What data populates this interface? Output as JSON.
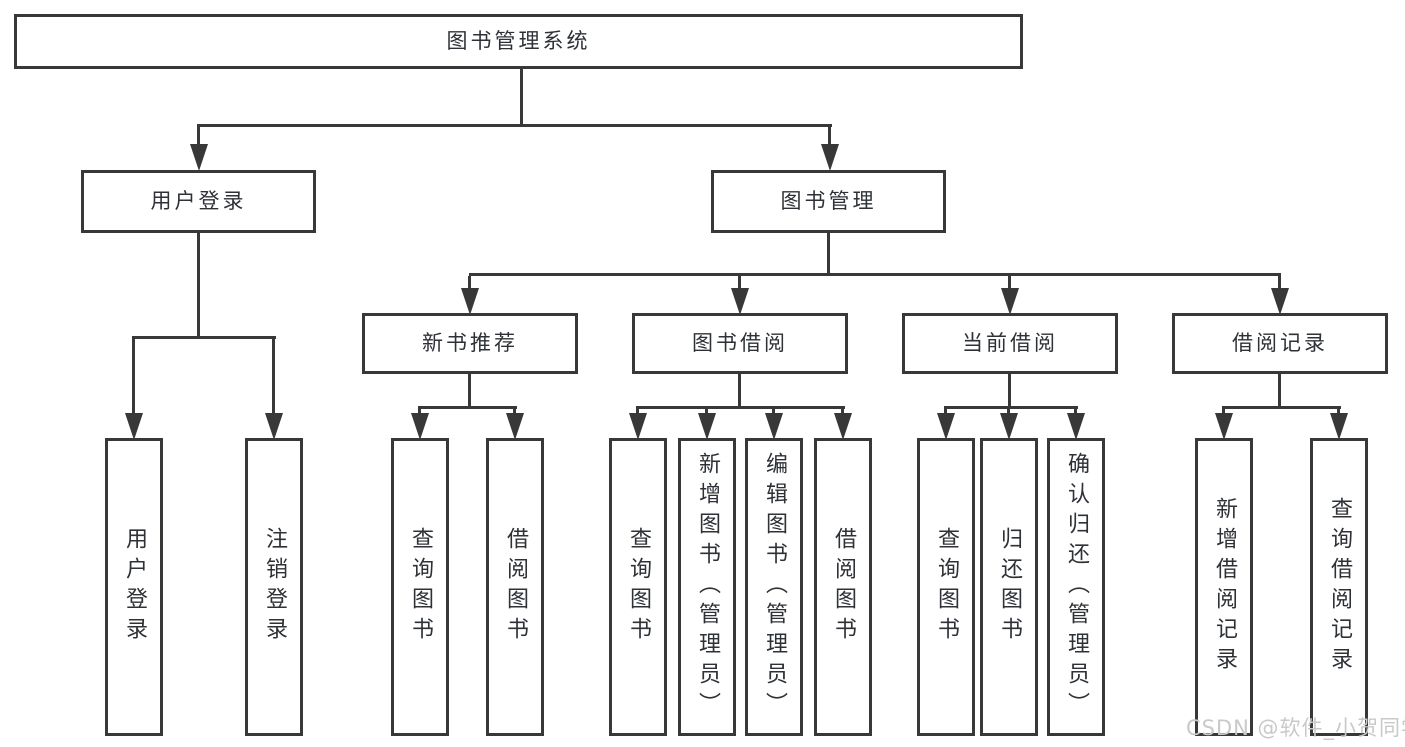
{
  "diagram": {
    "root": {
      "label": "图书管理系统",
      "children": [
        {
          "label": "用户登录",
          "children": [
            {
              "label": "用户登录"
            },
            {
              "label": "注销登录"
            }
          ]
        },
        {
          "label": "图书管理",
          "children": [
            {
              "label": "新书推荐",
              "children": [
                {
                  "label": "查询图书"
                },
                {
                  "label": "借阅图书"
                }
              ]
            },
            {
              "label": "图书借阅",
              "children": [
                {
                  "label": "查询图书"
                },
                {
                  "label": "新增图书（管理员）"
                },
                {
                  "label": "编辑图书（管理员）"
                },
                {
                  "label": "借阅图书"
                }
              ]
            },
            {
              "label": "当前借阅",
              "children": [
                {
                  "label": "查询图书"
                },
                {
                  "label": "归还图书"
                },
                {
                  "label": "确认归还（管理员）"
                }
              ]
            },
            {
              "label": "借阅记录",
              "children": [
                {
                  "label": "新增借阅记录"
                },
                {
                  "label": "查询借阅记录"
                }
              ]
            }
          ]
        }
      ]
    }
  },
  "watermark": {
    "text": "CSDN @软件_小贺同学"
  },
  "colors": {
    "line": "#383838",
    "box_border": "#383838",
    "text": "#2e3136",
    "watermark": "#c9c9c9",
    "background": "#ffffff"
  }
}
